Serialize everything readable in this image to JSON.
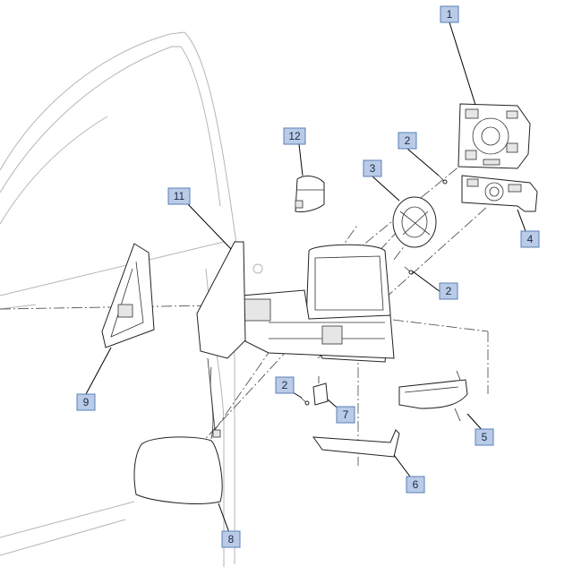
{
  "callouts": [
    {
      "id": "callout-1",
      "label": "1"
    },
    {
      "id": "callout-2a",
      "label": "2"
    },
    {
      "id": "callout-3",
      "label": "3"
    },
    {
      "id": "callout-4",
      "label": "4"
    },
    {
      "id": "callout-2b",
      "label": "2"
    },
    {
      "id": "callout-12",
      "label": "12"
    },
    {
      "id": "callout-11",
      "label": "11"
    },
    {
      "id": "callout-9",
      "label": "9"
    },
    {
      "id": "callout-2c",
      "label": "2"
    },
    {
      "id": "callout-7",
      "label": "7"
    },
    {
      "id": "callout-5",
      "label": "5"
    },
    {
      "id": "callout-6",
      "label": "6"
    },
    {
      "id": "callout-8",
      "label": "8"
    }
  ],
  "colors": {
    "callout_fill": "#b9cbe6",
    "callout_border": "#5a7fb8",
    "line": "#222222",
    "background_outline": "#b5b5b5"
  }
}
